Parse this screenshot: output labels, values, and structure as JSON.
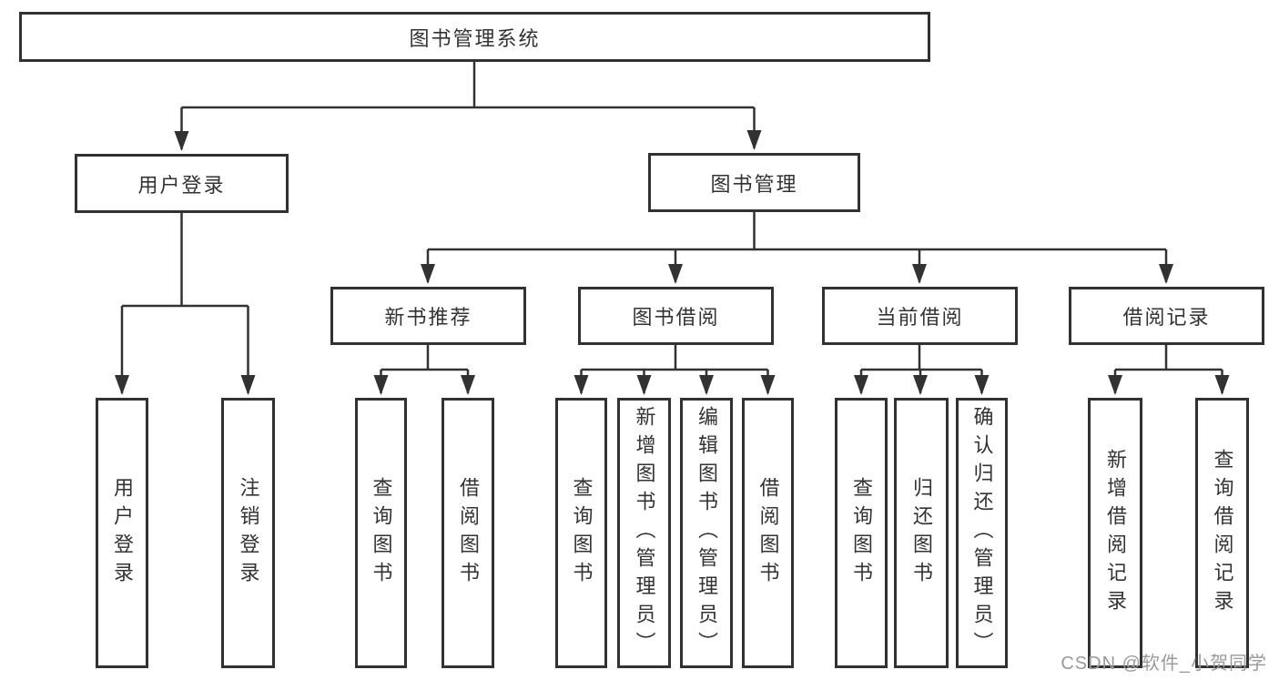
{
  "diagram_type": "tree",
  "tree": {
    "label": "图书管理系统",
    "children": [
      {
        "label": "用户登录",
        "children": [
          {
            "label": "用户登录"
          },
          {
            "label": "注销登录"
          }
        ]
      },
      {
        "label": "图书管理",
        "children": [
          {
            "label": "新书推荐",
            "children": [
              {
                "label": "查询图书"
              },
              {
                "label": "借阅图书"
              }
            ]
          },
          {
            "label": "图书借阅",
            "children": [
              {
                "label": "查询图书"
              },
              {
                "label": "新增图书（管理员）"
              },
              {
                "label": "编辑图书（管理员）"
              },
              {
                "label": "借阅图书"
              }
            ]
          },
          {
            "label": "当前借阅",
            "children": [
              {
                "label": "查询图书"
              },
              {
                "label": "归还图书"
              },
              {
                "label": "确认归还（管理员）"
              }
            ]
          },
          {
            "label": "借阅记录",
            "children": [
              {
                "label": "新增借阅记录"
              },
              {
                "label": "查询借阅记录"
              }
            ]
          }
        ]
      }
    ]
  },
  "watermark": {
    "text": "CSDN @软件_小贺同学"
  },
  "colors": {
    "line": "#323232",
    "node_border": "#323232",
    "node_text": "#333333",
    "background": "#ffffff",
    "watermark": "#9a9a9a"
  }
}
